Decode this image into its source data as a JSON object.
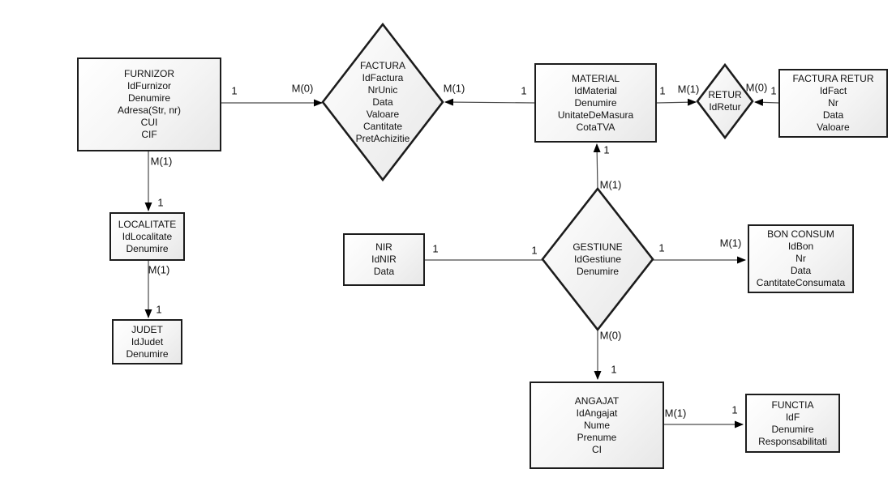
{
  "diagram_type": "entity-relationship",
  "colors": {
    "background": "#ffffff",
    "shape_border": "#1c1c1c",
    "shape_fill_start": "#ffffff",
    "shape_fill_end": "#e7e7e7",
    "connector": "#4a4a4a",
    "arrowhead": "#000000",
    "text": "#111111"
  },
  "entities": {
    "furnizor": {
      "title": "FURNIZOR",
      "attributes": [
        "IdFurnizor",
        "Denumire",
        "Adresa(Str, nr)",
        "CUI",
        "CIF"
      ]
    },
    "material": {
      "title": "MATERIAL",
      "attributes": [
        "IdMaterial",
        "Denumire",
        "UnitateDeMasura",
        "CotaTVA"
      ]
    },
    "factura_retur": {
      "title": "FACTURA RETUR",
      "attributes": [
        "IdFact",
        "Nr",
        "Data",
        "Valoare"
      ]
    },
    "localitate": {
      "title": "LOCALITATE",
      "attributes": [
        "IdLocalitate",
        "Denumire"
      ]
    },
    "judet": {
      "title": "JUDET",
      "attributes": [
        "IdJudet",
        "Denumire"
      ]
    },
    "nir": {
      "title": "NIR",
      "attributes": [
        "IdNIR",
        "Data"
      ]
    },
    "bon_consum": {
      "title": "BON CONSUM",
      "attributes": [
        "IdBon",
        "Nr",
        "Data",
        "CantitateConsumata"
      ]
    },
    "angajat": {
      "title": "ANGAJAT",
      "attributes": [
        "IdAngajat",
        "Nume",
        "Prenume",
        "CI"
      ]
    },
    "functia": {
      "title": "FUNCTIA",
      "attributes": [
        "IdF",
        "Denumire",
        "Responsabilitati"
      ]
    }
  },
  "relationships": {
    "factura": {
      "title": "FACTURA",
      "attributes": [
        "IdFactura",
        "NrUnic",
        "Data",
        "Valoare",
        "Cantitate",
        "PretAchizitie"
      ]
    },
    "retur": {
      "title": "RETUR",
      "attributes": [
        "IdRetur"
      ]
    },
    "gestiune": {
      "title": "GESTIUNE",
      "attributes": [
        "IdGestiune",
        "Denumire"
      ]
    }
  },
  "cardinalities": {
    "furnizor_factura": {
      "near_furnizor": "1",
      "near_factura": "M(0)"
    },
    "material_factura": {
      "near_factura": "M(1)",
      "near_material": "1"
    },
    "material_retur": {
      "near_material": "1",
      "near_retur": "M(1)"
    },
    "facturaretur_retur": {
      "near_retur": "M(0)",
      "near_facturaretur": "1"
    },
    "furnizor_localitate": {
      "near_furnizor": "M(1)",
      "near_localitate": "1"
    },
    "localitate_judet": {
      "near_localitate": "M(1)",
      "near_judet": "1"
    },
    "nir_gestiune": {
      "near_nir": "1",
      "near_gestiune": "1"
    },
    "gestiune_material": {
      "near_material": "1",
      "near_gestiune": "M(1)"
    },
    "gestiune_bonconsum": {
      "near_gestiune": "1",
      "near_bonconsum": "M(1)"
    },
    "gestiune_angajat": {
      "near_gestiune": "M(0)",
      "near_angajat": "1"
    },
    "angajat_functia": {
      "near_angajat": "M(1)",
      "near_functia": "1"
    }
  }
}
